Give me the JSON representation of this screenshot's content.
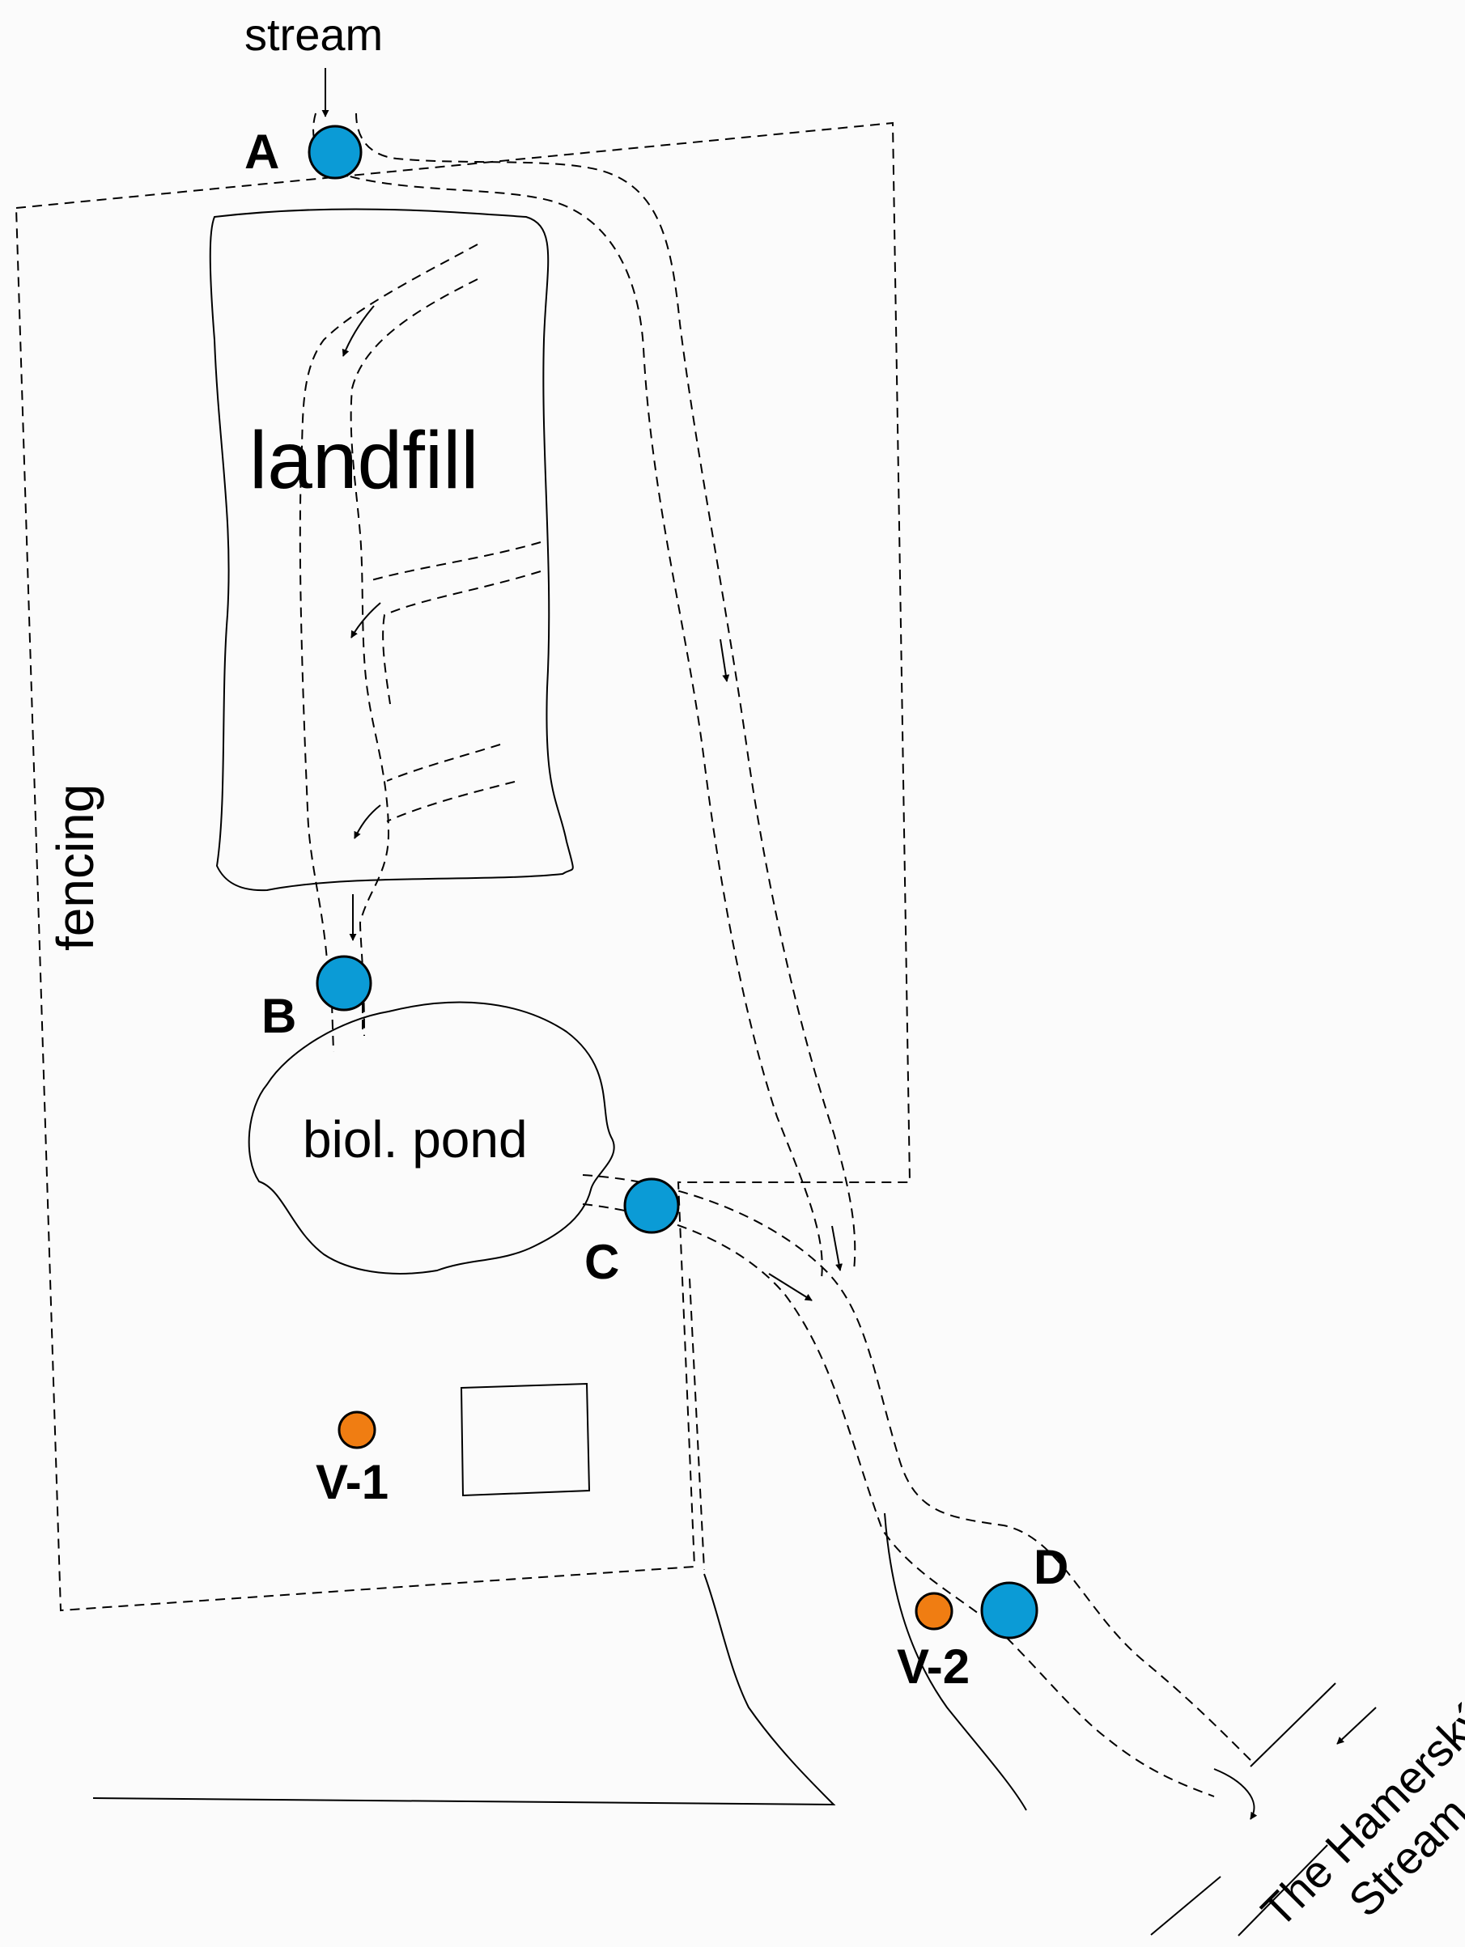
{
  "labels": {
    "stream_top": "stream",
    "landfill": "landfill",
    "pond": "biol. pond",
    "fencing": "fencing",
    "hamersky_line1": "The Hamerský",
    "hamersky_line2": "Stream"
  },
  "sampling_points": [
    {
      "id": "A",
      "label": "A"
    },
    {
      "id": "B",
      "label": "B"
    },
    {
      "id": "C",
      "label": "C"
    },
    {
      "id": "D",
      "label": "D"
    }
  ],
  "wells": [
    {
      "id": "V-1",
      "label": "V-1"
    },
    {
      "id": "V-2",
      "label": "V-2"
    }
  ],
  "colors": {
    "sampling_point": "#0b9bd6",
    "well": "#f07d12",
    "background": "#fbfbfb",
    "line": "#000000"
  }
}
